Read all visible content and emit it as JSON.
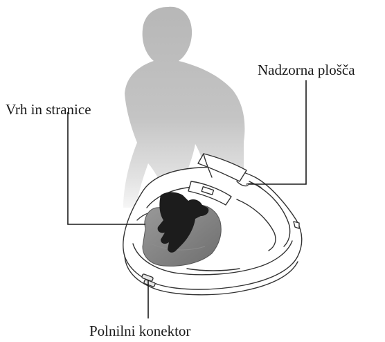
{
  "labels": {
    "top_and_sides": "Vrh in stranice",
    "control_panel": "Nadzorna plošča",
    "charging_connector": "Polnilni konektor"
  },
  "colors": {
    "person_silhouette": "#bdbdbd",
    "glove": "#1c1c1c",
    "cloth": "#7d7d7d",
    "mower_outline": "#333333",
    "mower_fill": "#ffffff",
    "leader_line": "#1a1a1a"
  },
  "icons": {
    "person": "person-silhouette",
    "mower": "robotic-lawn-mower",
    "glove": "black-glove-icon",
    "cloth": "cleaning-cloth"
  }
}
